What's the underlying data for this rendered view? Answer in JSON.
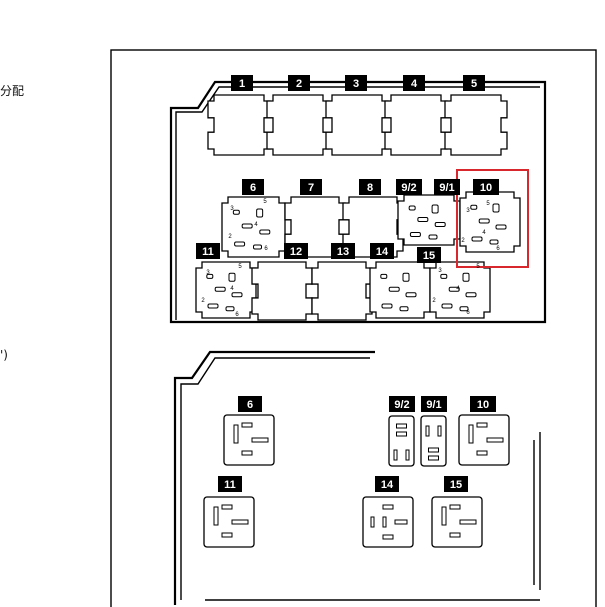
{
  "edge_text": {
    "top": "分配",
    "middle": "')"
  },
  "upper_labels": [
    "1",
    "2",
    "3",
    "4",
    "5",
    "6",
    "7",
    "8",
    "9/2",
    "9/1",
    "10",
    "11",
    "12",
    "13",
    "14",
    "15"
  ],
  "lower_labels": [
    "6",
    "9/2",
    "9/1",
    "10",
    "11",
    "14",
    "15"
  ],
  "pin_numbers": [
    "1",
    "2",
    "3",
    "4",
    "5",
    "6"
  ],
  "highlight_color": "#d9272e"
}
